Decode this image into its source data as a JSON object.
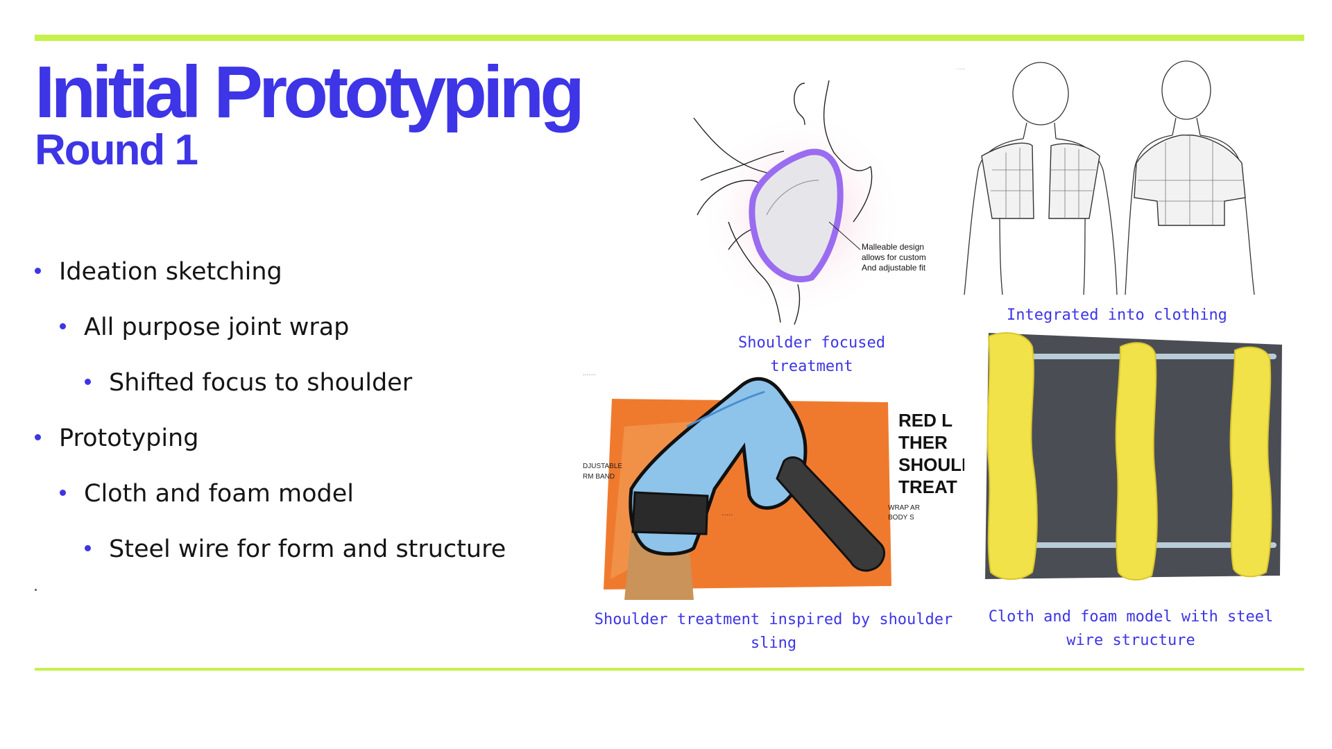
{
  "slide": {
    "title": "Initial Prototyping",
    "subtitle": "Round 1",
    "bullets": [
      {
        "text": "Ideation sketching",
        "level": 1
      },
      {
        "text": "All purpose joint wrap",
        "level": 2
      },
      {
        "text": "Shifted focus to shoulder",
        "level": 3
      },
      {
        "text": "Prototyping",
        "level": 1
      },
      {
        "text": "Cloth and foam model",
        "level": 2
      },
      {
        "text": "Steel wire for form and structure",
        "level": 3
      }
    ]
  },
  "figures": {
    "shoulder_focused": {
      "caption": "Shoulder focused treatment",
      "annotation": [
        "Malleable design",
        "allows for custom",
        "And adjustable fit"
      ]
    },
    "clothing": {
      "caption": "Integrated into clothing"
    },
    "sling": {
      "caption": "Shoulder treatment inspired by shoulder sling",
      "handwriting": [
        "RED L",
        "THER",
        "SHOULI",
        "TREAT"
      ]
    },
    "cloth_model": {
      "caption": "Cloth and foam model with steel wire structure"
    }
  },
  "colors": {
    "accent": "#3d35e6",
    "rule": "#c6f04a",
    "body_text": "#141414"
  }
}
